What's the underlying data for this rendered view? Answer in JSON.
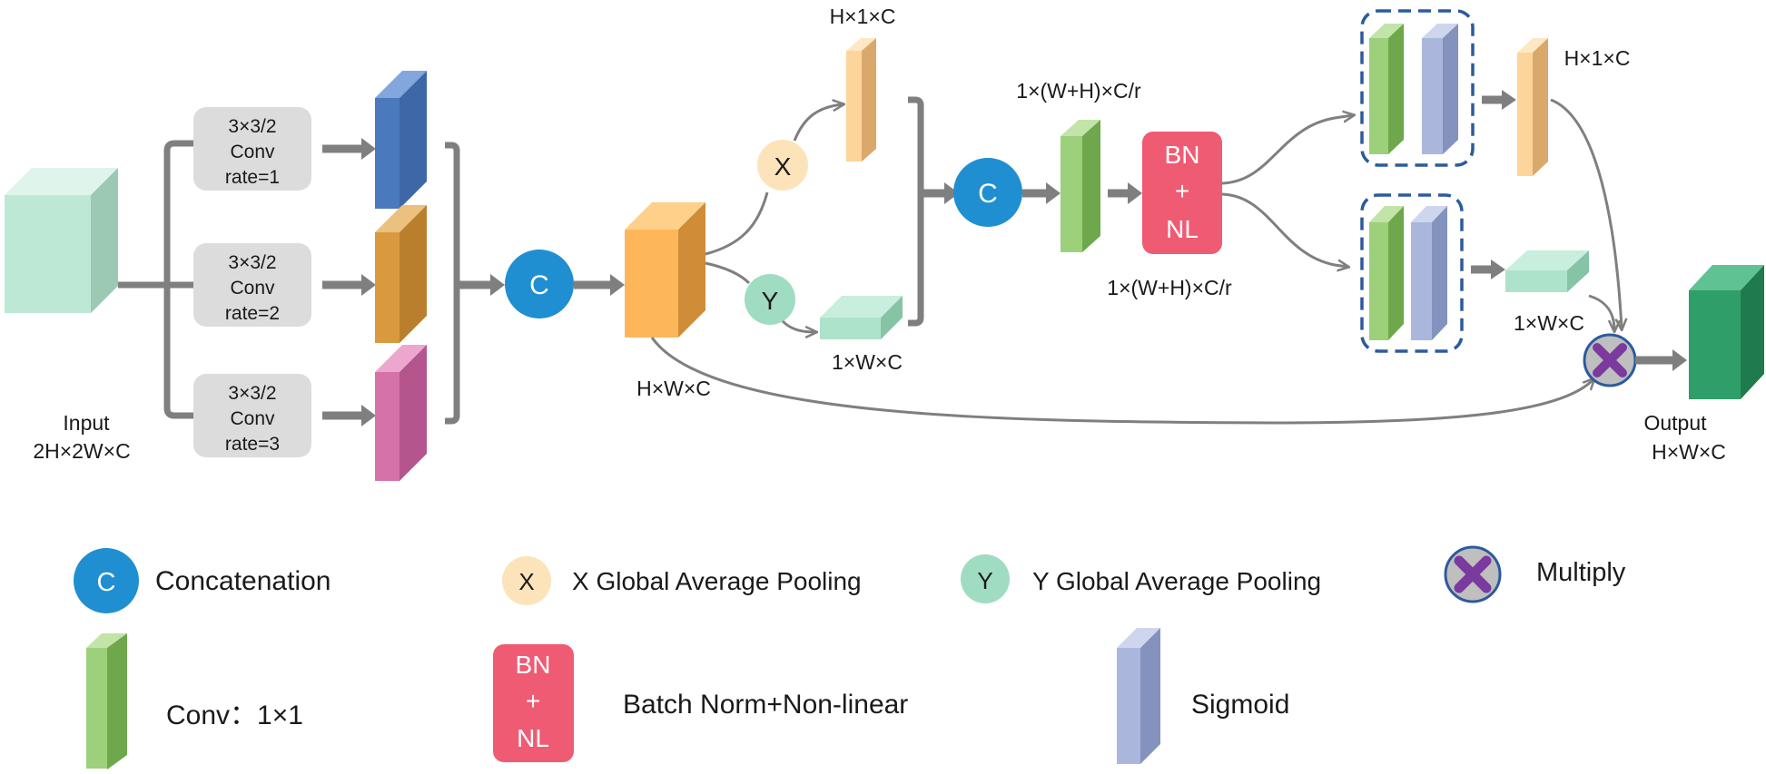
{
  "diagram": {
    "input_label": "Input",
    "input_dims": "2H×2W×C",
    "conv_blocks": [
      {
        "line1": "3×3/2",
        "line2": "Conv",
        "line3": "rate=1"
      },
      {
        "line1": "3×3/2",
        "line2": "Conv",
        "line3": "rate=2"
      },
      {
        "line1": "3×3/2",
        "line2": "Conv",
        "line3": "rate=3"
      }
    ],
    "concat_symbol": "C",
    "feature_dims": "H×W×C",
    "x_pool_symbol": "X",
    "y_pool_symbol": "Y",
    "x_pool_dims": "H×1×C",
    "y_pool_dims": "1×W×C",
    "concat2_dims": "1×(W+H)×C/r",
    "bn_line1": "BN",
    "bn_line2": "+",
    "bn_line3": "NL",
    "bn_out_dims": "1×(W+H)×C/r",
    "upper_branch_dims": "H×1×C",
    "lower_branch_dims": "1×W×C",
    "output_label": "Output",
    "output_dims": "H×W×C"
  },
  "legend": {
    "concat_symbol": "C",
    "concat_label": "Concatenation",
    "x_symbol": "X",
    "x_label": "X Global Average Pooling",
    "y_symbol": "Y",
    "y_label": "Y Global Average Pooling",
    "multiply_label": "Multiply",
    "conv_label": "Conv：1×1",
    "bn_line1": "BN",
    "bn_line2": "+",
    "bn_line3": "NL",
    "bn_label": "Batch Norm+Non-linear",
    "sigmoid_label": "Sigmoid"
  },
  "colors": {
    "gray_arrow": "#7f7f7f",
    "conv_blue": "#4a79bd",
    "conv_orange": "#d99a3f",
    "conv_pink": "#d672aa",
    "feature_orange": "#fdb75a",
    "concat_blue": "#1f8fd1",
    "x_peach": "#fde3b9",
    "y_mint": "#9fdcc1",
    "conv1x1_green": "#9dd07a",
    "bn_red": "#ef5b73",
    "sigmoid_lavender": "#aab6dc",
    "pool_h_peach": "#fdd49a",
    "pool_w_mint": "#aee3cb",
    "input_mint": "#bde8d6",
    "output_green": "#2f9e68",
    "multiply_purple": "#7b3a9e",
    "dashed_blue": "#2c5b9c"
  }
}
